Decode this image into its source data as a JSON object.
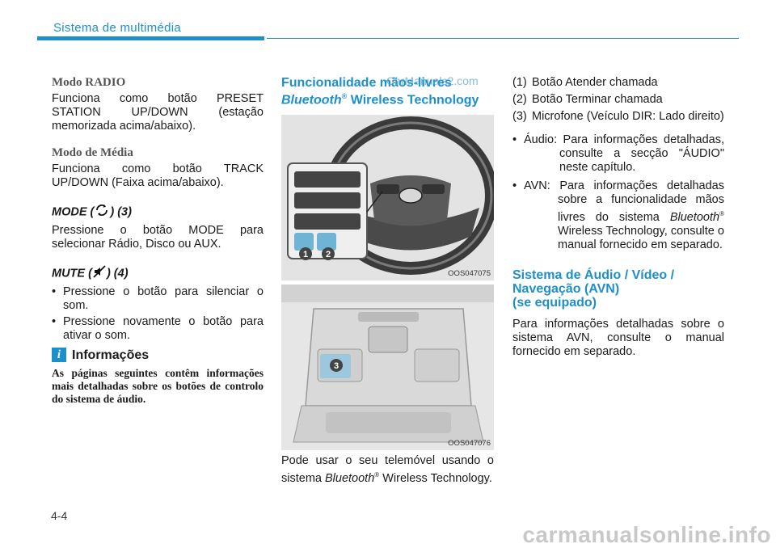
{
  "header": {
    "section_title": "Sistema de multimédia"
  },
  "col1": {
    "radio_heading": "Modo RADIO",
    "radio_text": "Funciona como botão PRESET STATION UP/DOWN (estação memorizada acima/abaixo).",
    "media_heading": "Modo de Média",
    "media_text": "Funciona como botão TRACK UP/DOWN (Faixa acima/abaixo).",
    "mode_heading_pre": "MODE (",
    "mode_heading_post": ") (3)",
    "mode_text": "Pressione o botão MODE para selecionar Rádio, Disco ou AUX.",
    "mute_heading_pre": "MUTE (",
    "mute_heading_post": ") (4)",
    "mute_bullets": [
      "Pressione o botão para silenciar o som.",
      "Pressione novamente o botão para ativar o som."
    ],
    "info_title": "Informações",
    "info_text": "As páginas seguintes contêm informações mais detalhadas sobre os botões de controlo do sistema de áudio."
  },
  "col2": {
    "heading_line1": "Funcionalidade mãos-livres",
    "heading_bt": "Bluetooth",
    "heading_reg": "®",
    "heading_rest": " Wireless Technology",
    "watermark": "CarManuals2.com",
    "fig1_code": "OOS047075",
    "fig2_code": "OOS047076",
    "fig1_callouts": [
      "1",
      "2"
    ],
    "fig2_callouts": [
      "3"
    ],
    "body_pre": "Pode usar o seu telemóvel usando o sistema ",
    "body_bt": "Bluetooth",
    "body_reg": "®",
    "body_post": " Wireless Technology."
  },
  "col3": {
    "numbered": [
      {
        "n": "(1)",
        "text": "Botão Atender chamada"
      },
      {
        "n": "(2)",
        "text": "Botão Terminar chamada"
      },
      {
        "n": "(3)",
        "text": "Microfone (Veículo DIR: Lado direito)"
      }
    ],
    "audio_item": "Áudio: Para informações detalhadas, consulte a secção \"ÁUDIO\" neste capítulo.",
    "avn_pre": "AVN: Para informações detalhadas sobre a funcionalidade mãos livres do sistema ",
    "avn_bt": "Bluetooth",
    "avn_reg": "®",
    "avn_post": " Wireless Technology, consulte o manual fornecido em separado.",
    "avn_heading_l1": "Sistema de Áudio / Vídeo /",
    "avn_heading_l2": "Navegação (AVN)",
    "avn_heading_l3": "(se equipado)",
    "avn_text": "Para informações detalhadas sobre o sistema AVN, consulte o manual fornecido em separado."
  },
  "footer": {
    "page_number": "4-4",
    "site": "carmanualsonline.info"
  },
  "colors": {
    "accent": "#1d8fc9"
  }
}
